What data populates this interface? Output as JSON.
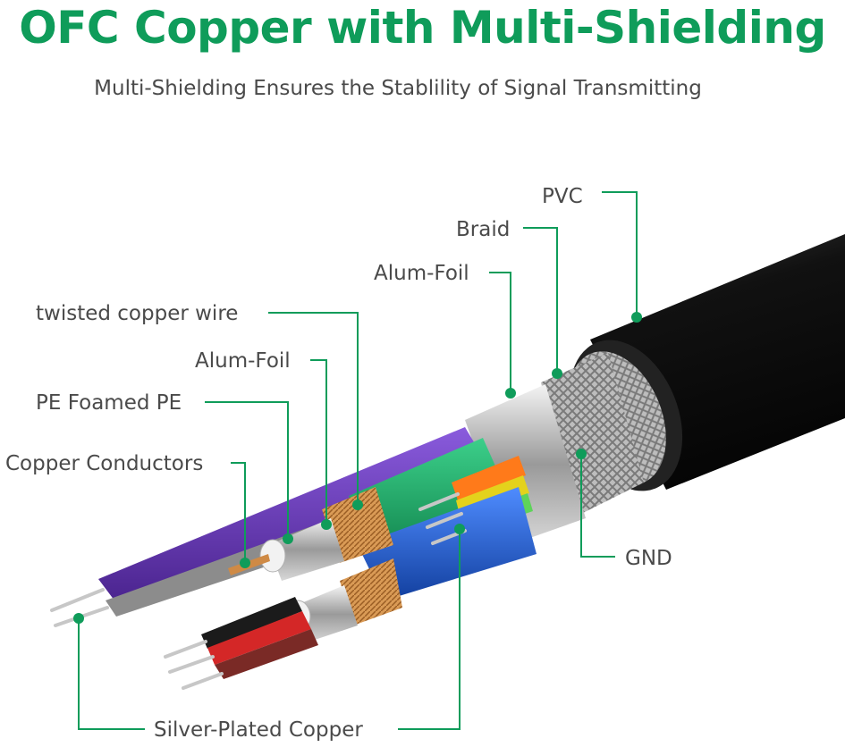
{
  "title": "OFC Copper with Multi-Shielding",
  "subtitle": "Multi-Shielding Ensures the Stablility of Signal Transmitting",
  "colors": {
    "accent": "#0f9c5a",
    "text": "#4a4a4a",
    "jacket": "#161616"
  },
  "labels": {
    "pvc": "PVC",
    "braid": "Braid",
    "alum_foil_outer": "Alum-Foil",
    "twisted_copper_wire": "twisted copper wire",
    "alum_foil_inner": "Alum-Foil",
    "pe_foamed_pe": "PE Foamed PE",
    "copper_conductors": "Copper Conductors",
    "gnd": "GND",
    "silver_plated_copper": "Silver-Plated Copper"
  }
}
